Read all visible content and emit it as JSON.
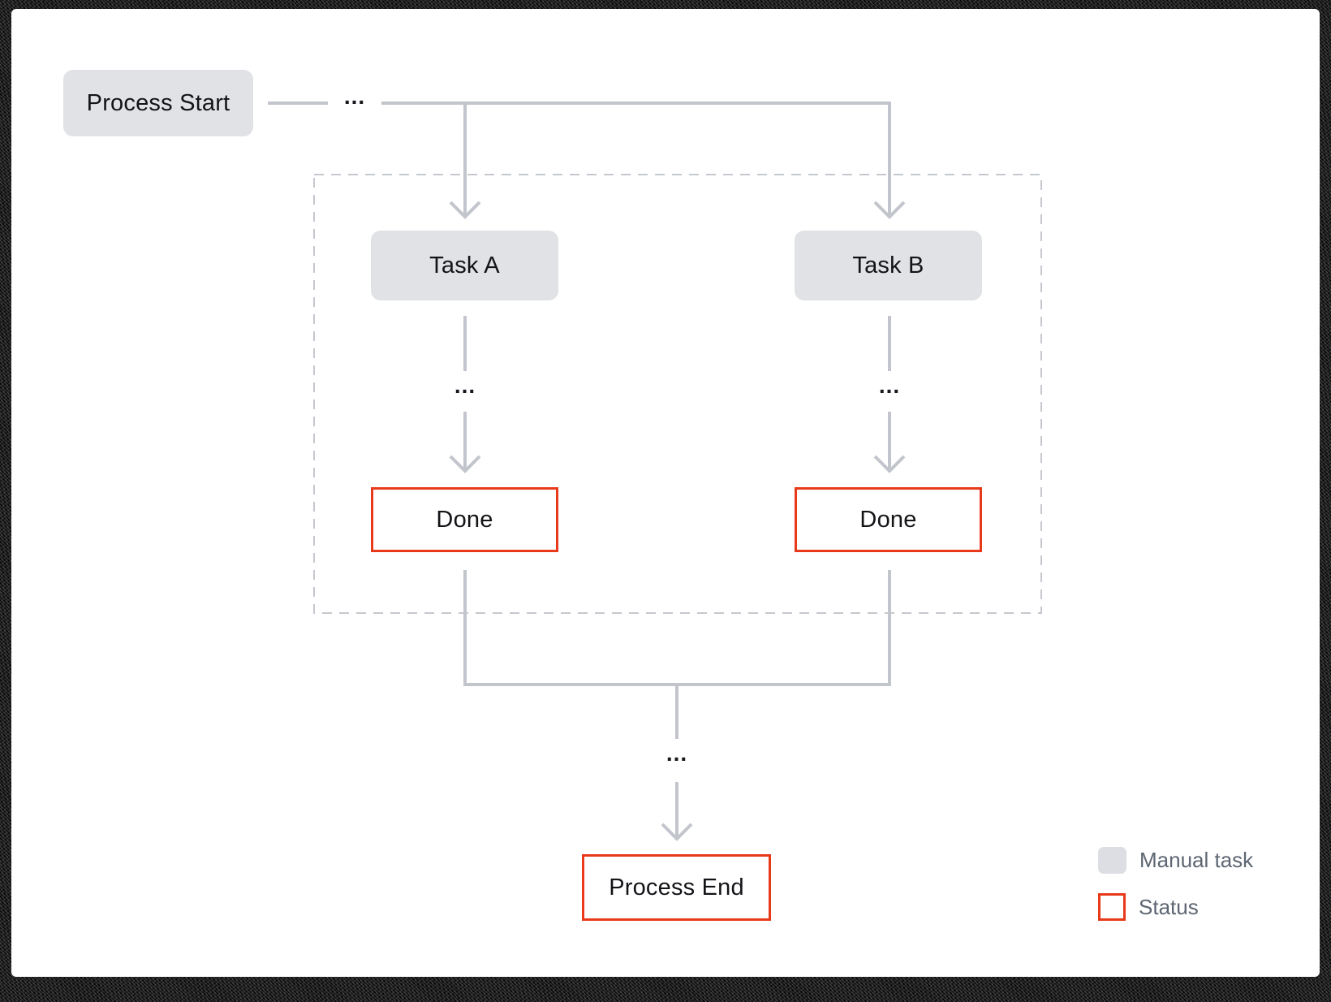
{
  "diagram": {
    "nodes": {
      "process_start": "Process Start",
      "task_a": "Task A",
      "task_b": "Task B",
      "done_a": "Done",
      "done_b": "Done",
      "process_end": "Process End"
    },
    "connector_label": "...",
    "legend": {
      "manual_task": "Manual task",
      "status": "Status"
    },
    "colors": {
      "manual_task_fill": "#e1e2e6",
      "status_border": "#e8391a",
      "connector": "#c2c5cb",
      "container_border": "#c5c8ce",
      "node_text": "#131417",
      "legend_text": "#5d6672"
    }
  }
}
